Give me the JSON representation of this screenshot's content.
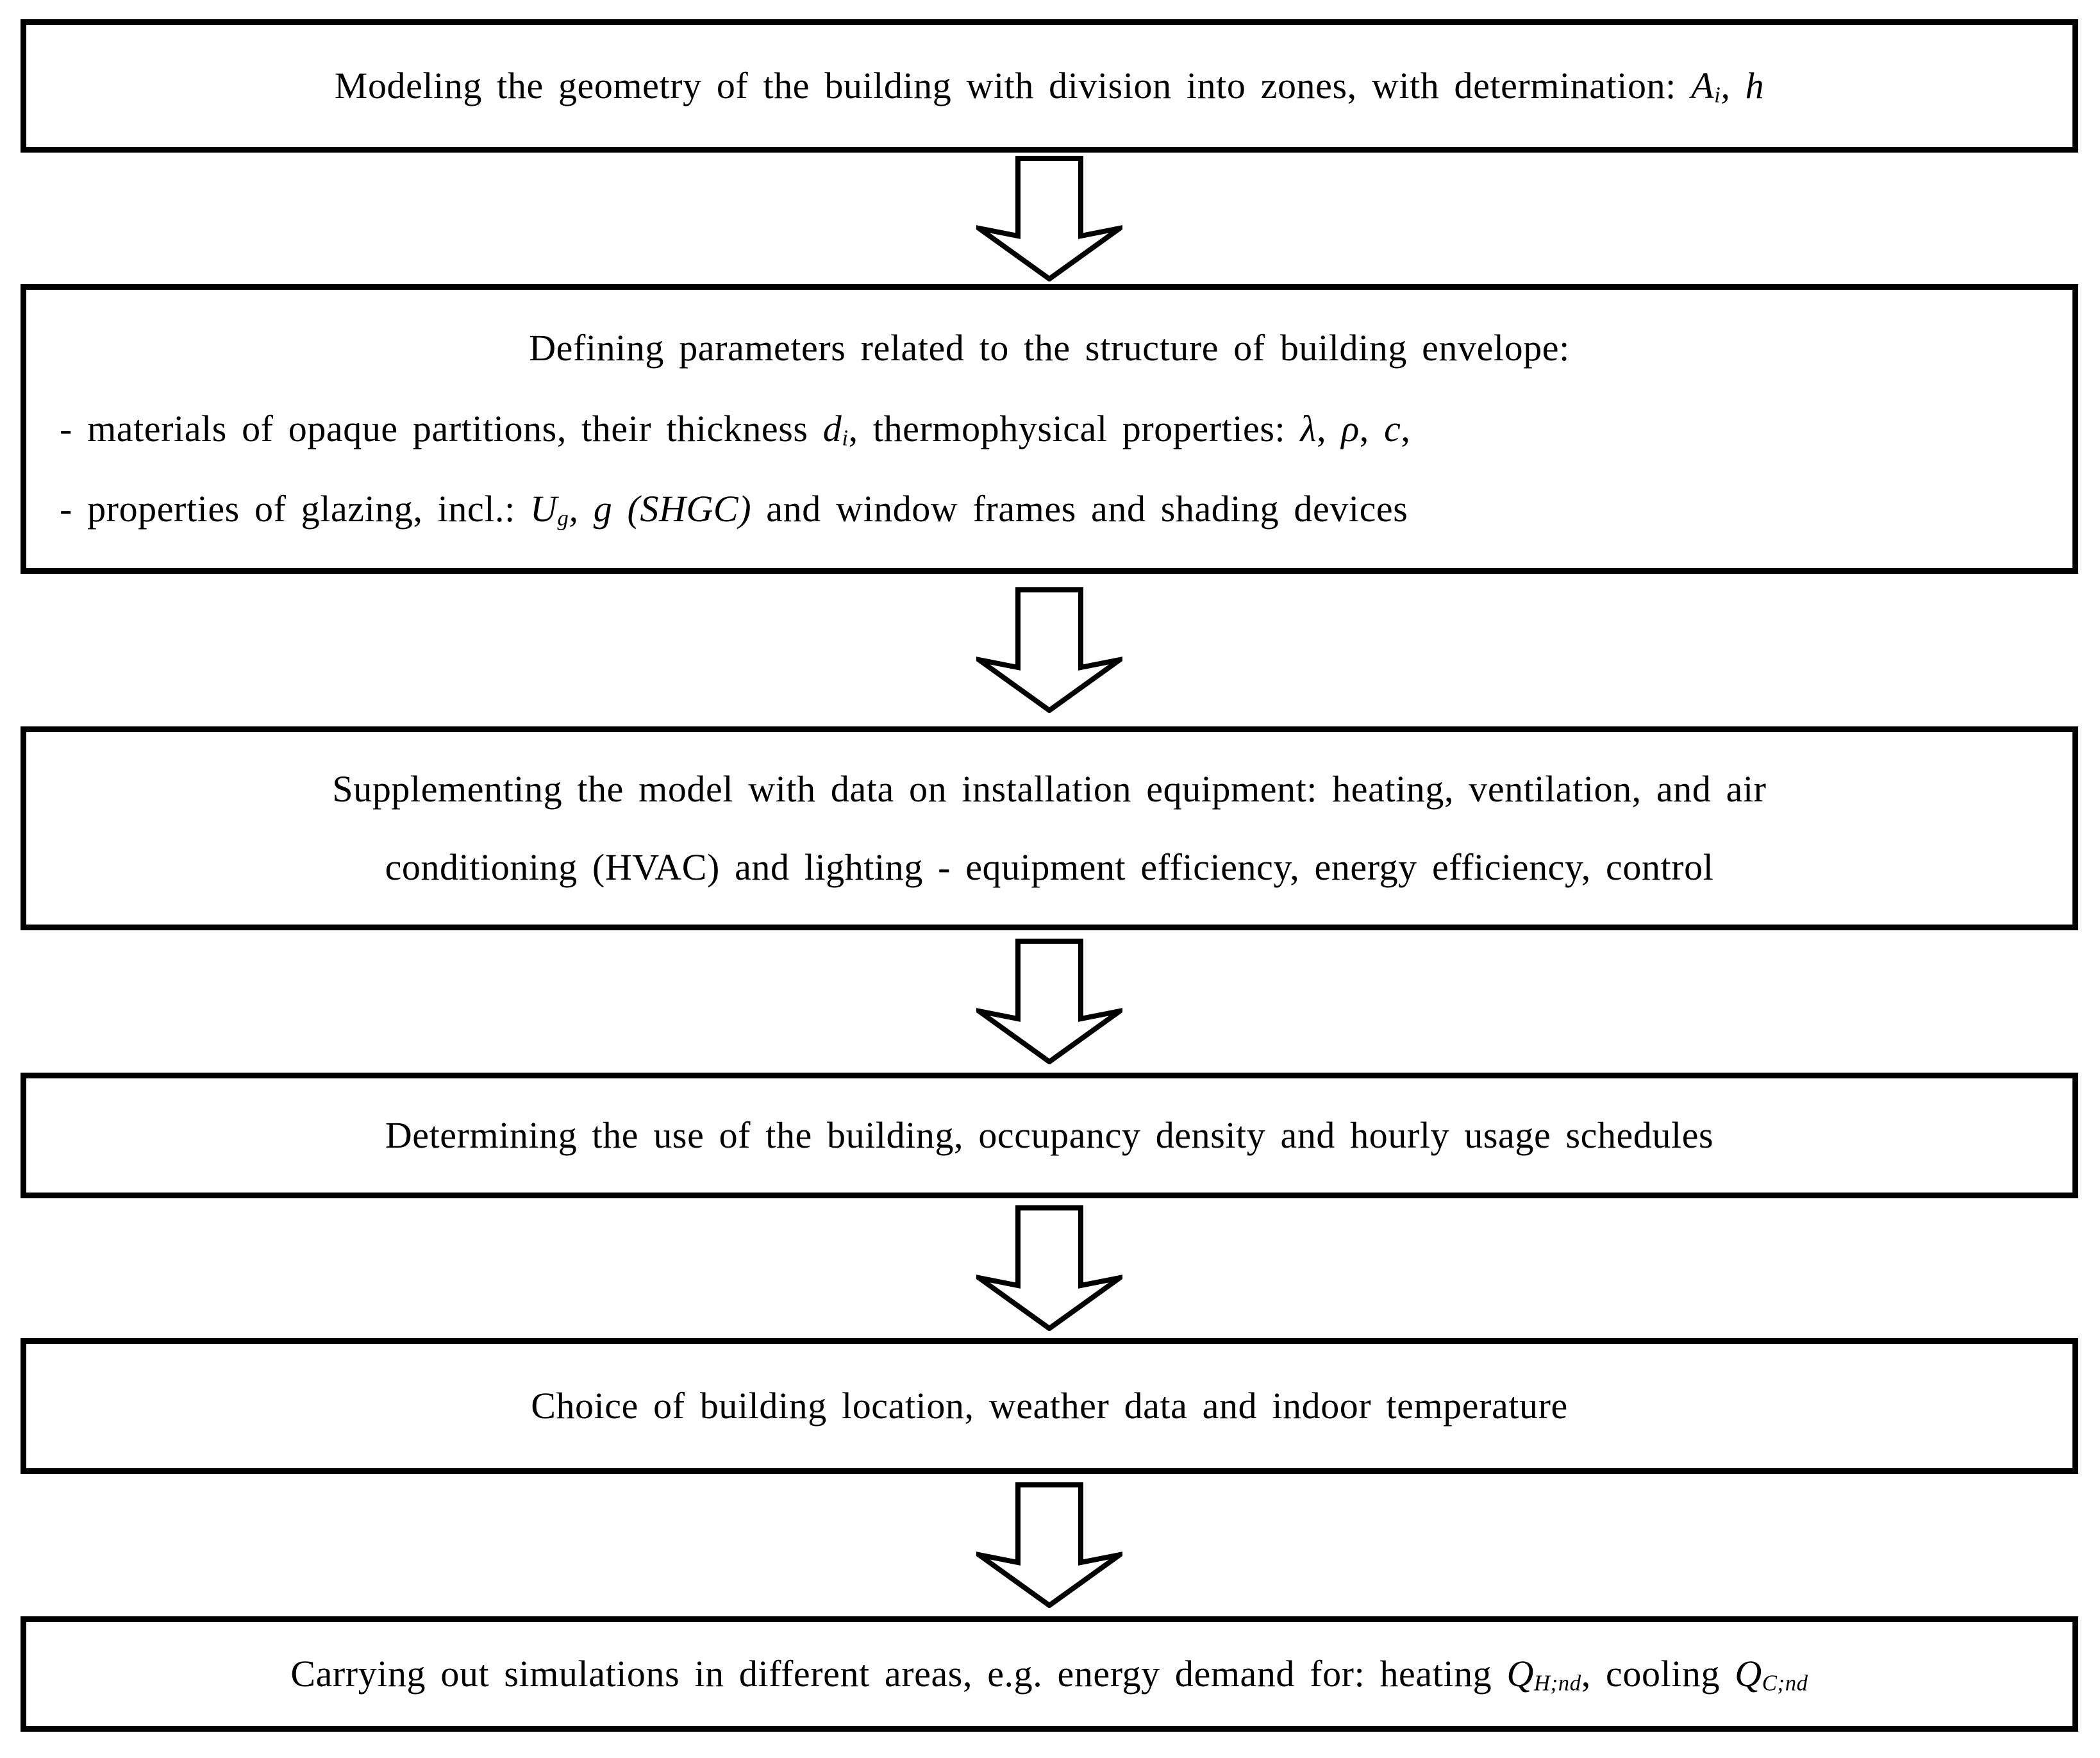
{
  "figure": {
    "type": "flowchart",
    "colors": {
      "box_border": "#000000",
      "box_fill": "#ffffff",
      "text": "#000000",
      "arrow_outline": "#000000",
      "arrow_fill": "#ffffff"
    },
    "arrows": {
      "icon": "down-block-arrow",
      "count": 5
    },
    "boxes": [
      {
        "name": "step-1-geometry-modeling",
        "lines": [
          {
            "align": "center",
            "segments": [
              {
                "text": "Modeling the geometry of the building with division into zones, with determination: "
              },
              {
                "text": "A",
                "italic": true
              },
              {
                "text": "i",
                "italic": true,
                "sub": true
              },
              {
                "text": ", ",
                "italic": true
              },
              {
                "text": "h",
                "italic": true
              }
            ]
          }
        ]
      },
      {
        "name": "step-2-envelope-parameters",
        "lines": [
          {
            "align": "center",
            "segments": [
              {
                "text": "Defining parameters related to the structure of building envelope:"
              }
            ]
          },
          {
            "align": "left",
            "segments": [
              {
                "text": "- materials of opaque partitions, their thickness "
              },
              {
                "text": "d",
                "italic": true
              },
              {
                "text": "i",
                "italic": true,
                "sub": true
              },
              {
                "text": ", thermophysical properties: "
              },
              {
                "text": "λ",
                "italic": true
              },
              {
                "text": ", "
              },
              {
                "text": "ρ",
                "italic": true
              },
              {
                "text": ", "
              },
              {
                "text": "c",
                "italic": true
              },
              {
                "text": ","
              }
            ]
          },
          {
            "align": "left",
            "segments": [
              {
                "text": "- properties of glazing, incl.: "
              },
              {
                "text": "U",
                "italic": true
              },
              {
                "text": "g",
                "italic": true,
                "sub": true
              },
              {
                "text": ", ",
                "italic": true
              },
              {
                "text": "g (SHGC)",
                "italic": true
              },
              {
                "text": " and window frames and shading devices"
              }
            ]
          }
        ]
      },
      {
        "name": "step-3-hvac-lighting-data",
        "lines": [
          {
            "align": "center",
            "segments": [
              {
                "text": "Supplementing the model with data on installation equipment: heating, ventilation, and air"
              }
            ]
          },
          {
            "align": "center",
            "segments": [
              {
                "text": "conditioning (HVAC) and lighting - equipment efficiency, energy efficiency, control"
              }
            ]
          }
        ]
      },
      {
        "name": "step-4-building-use",
        "lines": [
          {
            "align": "center",
            "segments": [
              {
                "text": "Determining the use of the building, occupancy density and hourly usage schedules"
              }
            ]
          }
        ]
      },
      {
        "name": "step-5-location-weather",
        "lines": [
          {
            "align": "center",
            "segments": [
              {
                "text": "Choice of building location, weather data and indoor temperature"
              }
            ]
          }
        ]
      },
      {
        "name": "step-6-simulations",
        "lines": [
          {
            "align": "center",
            "segments": [
              {
                "text": "Carrying out simulations in different areas, e.g. energy demand for: heating "
              },
              {
                "text": "Q",
                "italic": true
              },
              {
                "text": "H;nd",
                "italic": true,
                "sub": true
              },
              {
                "text": ", cooling "
              },
              {
                "text": "Q",
                "italic": true
              },
              {
                "text": "C;nd",
                "italic": true,
                "sub": true
              }
            ]
          }
        ]
      }
    ]
  }
}
